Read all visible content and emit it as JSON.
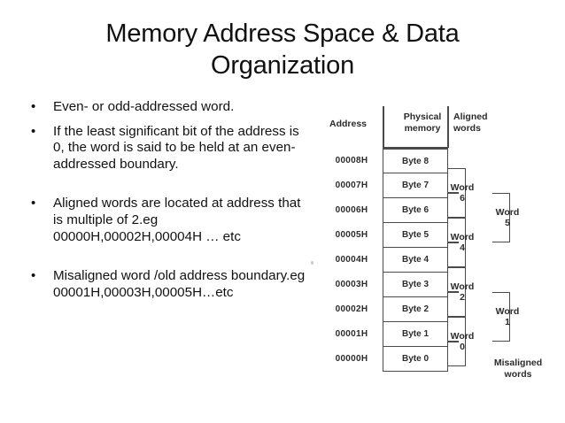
{
  "slide": {
    "title": "Memory Address Space & Data Organization",
    "bullets": [
      "Even- or odd-addressed word.",
      "If the least significant bit of the address is 0, the word is said to be held at an even-addressed boundary.",
      "Aligned words are located at address that is multiple of  2.eg 00000H,00002H,00004H … etc",
      "Misaligned word /old address boundary.eg 00001H,00003H,00005H…etc"
    ],
    "bullet_marker": "•"
  },
  "diagram": {
    "headers": {
      "address": "Address",
      "physical_memory": "Physical\nmemory",
      "aligned_words": "Aligned\nwords"
    },
    "rows": [
      {
        "address": "00008H",
        "byte": "Byte 8"
      },
      {
        "address": "00007H",
        "byte": "Byte 7"
      },
      {
        "address": "00006H",
        "byte": "Byte 6"
      },
      {
        "address": "00005H",
        "byte": "Byte 5"
      },
      {
        "address": "00004H",
        "byte": "Byte 4"
      },
      {
        "address": "00003H",
        "byte": "Byte 3"
      },
      {
        "address": "00002H",
        "byte": "Byte 2"
      },
      {
        "address": "00001H",
        "byte": "Byte 1"
      },
      {
        "address": "00000H",
        "byte": "Byte 0"
      }
    ],
    "aligned_words": [
      {
        "label": "Word\n6"
      },
      {
        "label": "Word\n4"
      },
      {
        "label": "Word\n2"
      },
      {
        "label": "Word\n0"
      }
    ],
    "misaligned_words": [
      {
        "label": "Word\n5"
      },
      {
        "label": "Word\n1"
      }
    ],
    "misaligned_caption": "Misaligned\nwords"
  },
  "colors": {
    "background": "#ffffff",
    "text": "#111111",
    "diagram_ink": "#2b2b2b",
    "rule": "#4a4a4a"
  }
}
